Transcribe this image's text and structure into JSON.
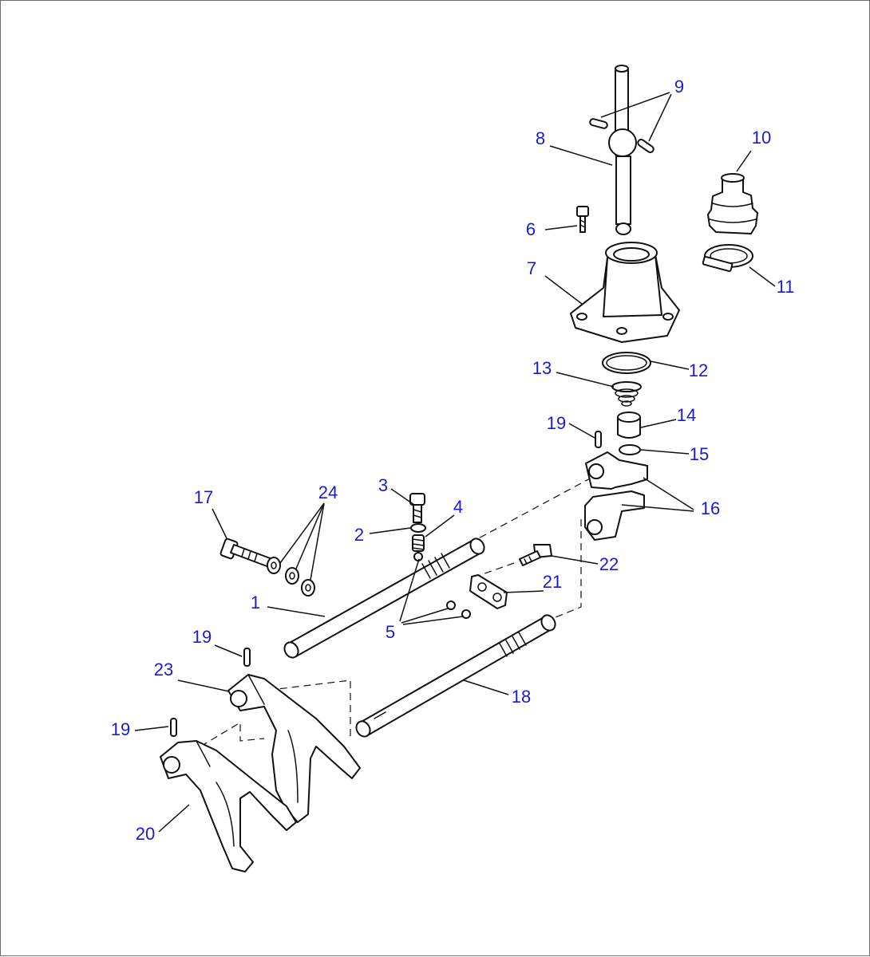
{
  "colors": {
    "callout": "#1a1ad6",
    "line": "#111111",
    "border": "#6e6e6e"
  },
  "callouts": [
    {
      "id": "c1",
      "label": "1"
    },
    {
      "id": "c2",
      "label": "2"
    },
    {
      "id": "c3",
      "label": "3"
    },
    {
      "id": "c4",
      "label": "4"
    },
    {
      "id": "c5",
      "label": "5"
    },
    {
      "id": "c6",
      "label": "6"
    },
    {
      "id": "c7",
      "label": "7"
    },
    {
      "id": "c8",
      "label": "8"
    },
    {
      "id": "c9",
      "label": "9"
    },
    {
      "id": "c10",
      "label": "10"
    },
    {
      "id": "c11",
      "label": "11"
    },
    {
      "id": "c12",
      "label": "12"
    },
    {
      "id": "c13",
      "label": "13"
    },
    {
      "id": "c14",
      "label": "14"
    },
    {
      "id": "c15",
      "label": "15"
    },
    {
      "id": "c16",
      "label": "16"
    },
    {
      "id": "c17",
      "label": "17"
    },
    {
      "id": "c18",
      "label": "18"
    },
    {
      "id": "c19a",
      "label": "19"
    },
    {
      "id": "c19b",
      "label": "19"
    },
    {
      "id": "c19c",
      "label": "19"
    },
    {
      "id": "c20",
      "label": "20"
    },
    {
      "id": "c21",
      "label": "21"
    },
    {
      "id": "c22",
      "label": "22"
    },
    {
      "id": "c23",
      "label": "23"
    },
    {
      "id": "c24",
      "label": "24"
    }
  ]
}
